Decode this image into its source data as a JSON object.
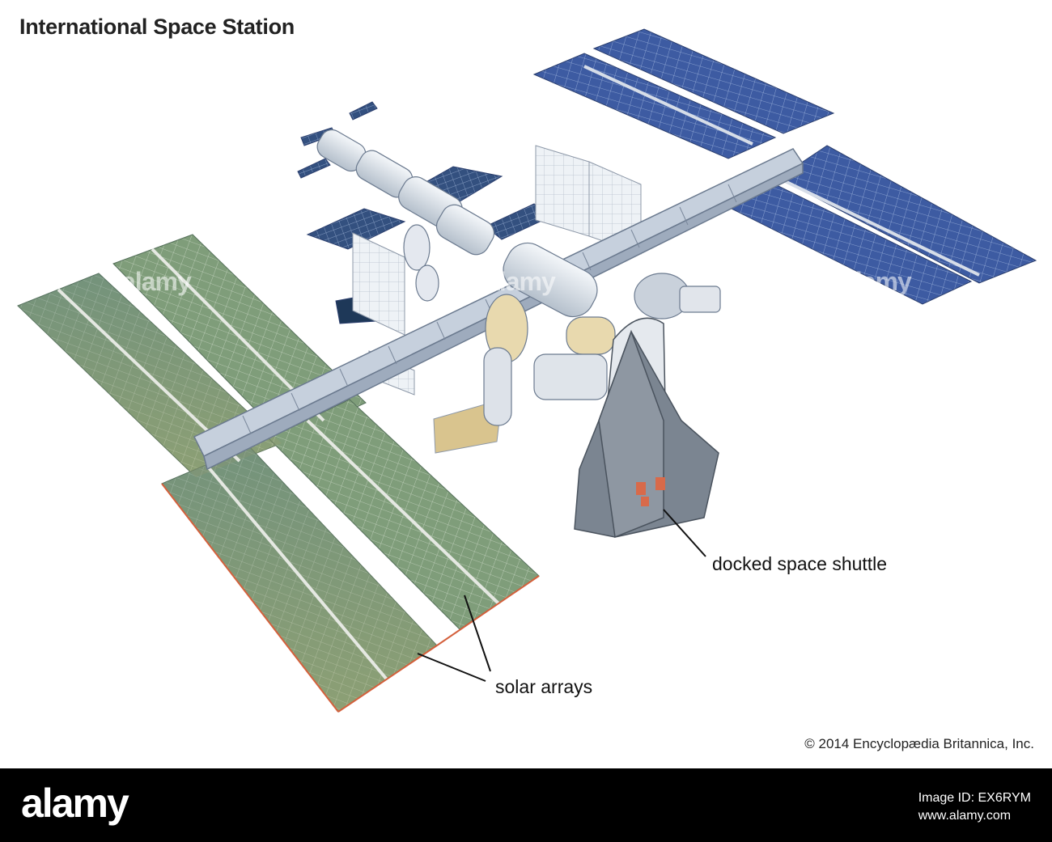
{
  "title": "International Space Station",
  "labels": {
    "shuttle": "docked space shuttle",
    "solar": "solar arrays"
  },
  "copyright": "© 2014 Encyclopædia Britannica, Inc.",
  "footer": {
    "brand": "alamy",
    "image_id_line1": "Image ID: EX6RYM",
    "image_id_line2": "www.alamy.com"
  },
  "watermarks": [
    "alamy",
    "alamy",
    "alamy"
  ],
  "colors": {
    "blue_panel": "#3f5ea3",
    "green_panel": "#7e9e77",
    "truss": "#b9c4d4",
    "shuttle": "#7b8591",
    "module": "#dfe6ee"
  }
}
